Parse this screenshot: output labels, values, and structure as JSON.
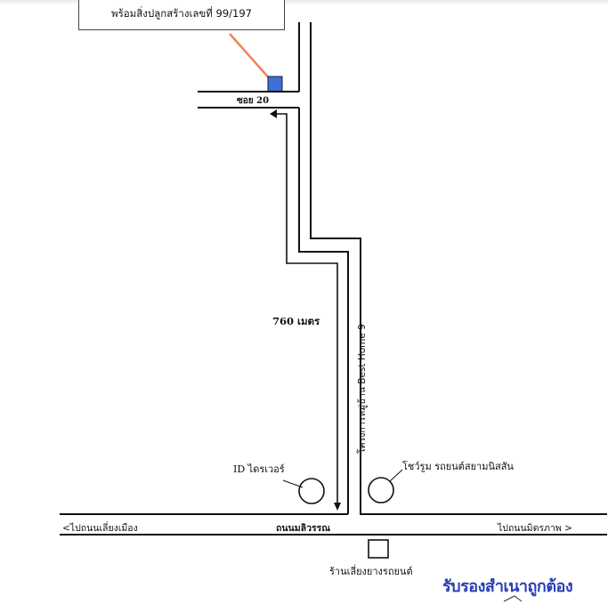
{
  "callout": {
    "text": "พร้อมสิ่งปลูกสร้างเลขที่ 99/197"
  },
  "labels": {
    "soi": "ซอย 20",
    "distance": "760 เมตร",
    "project": "โครงการหมู่บ้าน Best Home 9",
    "id_driver": "ID ไดรเวอร์",
    "showroom": "โชว์รูม รถยนต์สยามนิสสัน",
    "main_road": "ถนนมลิวรรณ",
    "to_left": "<ไปถนนเลี่ยงเมือง",
    "to_right": "ไปถนนมิตรภาพ >",
    "tire_shop": "ร้านเลี่ยงยางรถยนต์",
    "stamp": "รับรองสำเนาถูกต้อง"
  },
  "colors": {
    "road_line": "#111111",
    "target_marker": "#3d6fd6",
    "pointer_line": "#f0855a",
    "stamp": "#2b3fb0"
  }
}
